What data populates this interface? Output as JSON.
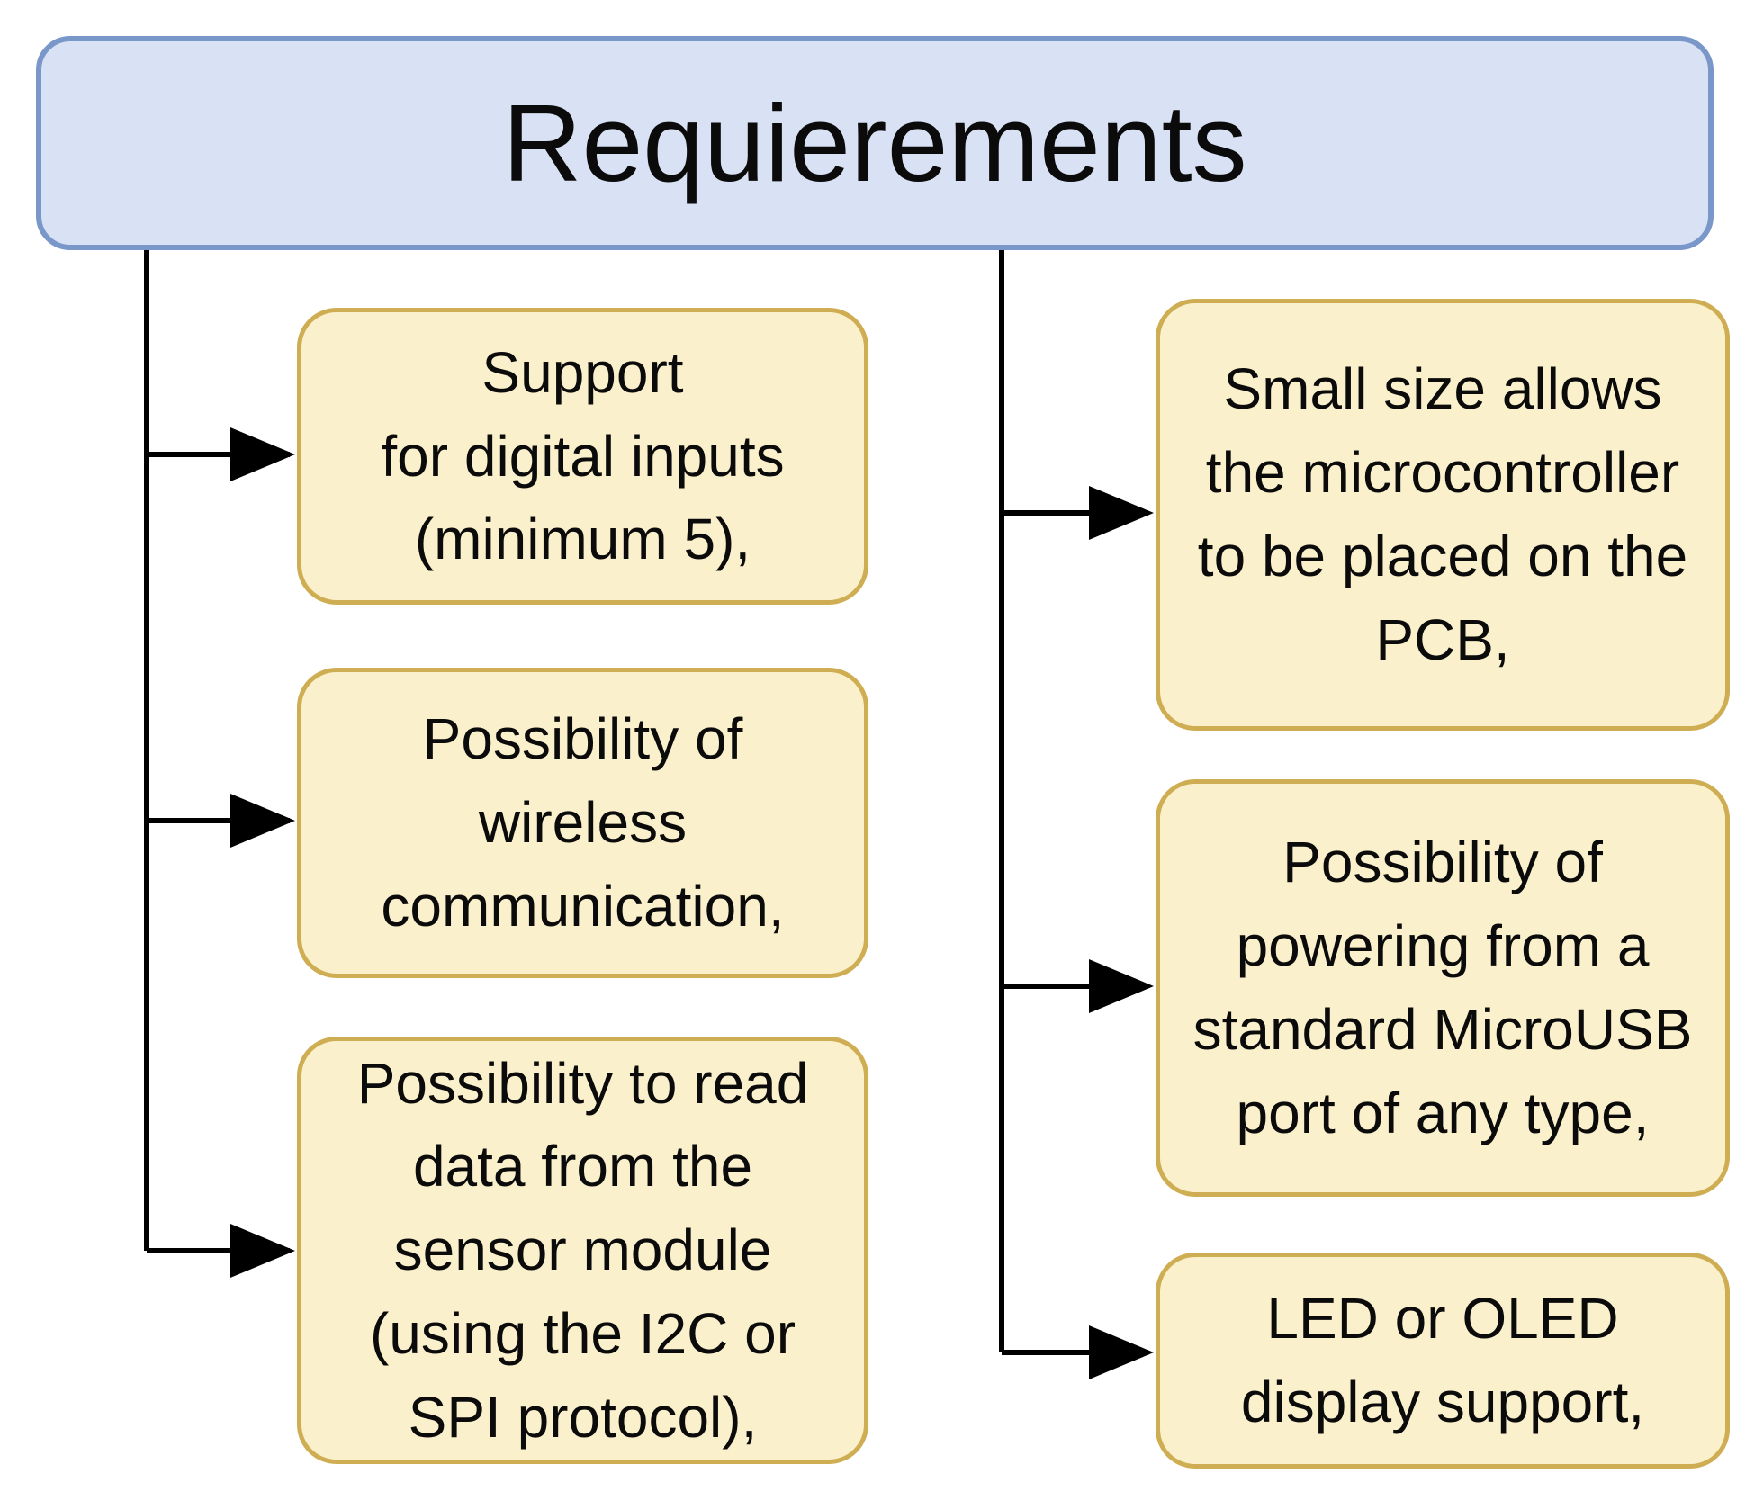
{
  "diagram": {
    "title": "Requierements",
    "left_branch": [
      {
        "id": "digital-inputs",
        "text": "Support\nfor digital inputs\n(minimum 5),"
      },
      {
        "id": "wireless-communication",
        "text": "Possibility of\nwireless\ncommunication,"
      },
      {
        "id": "sensor-module-read",
        "text": "Possibility to read\ndata from the\nsensor module\n(using the I2C or\nSPI protocol),"
      }
    ],
    "right_branch": [
      {
        "id": "small-size",
        "text": "Small size allows\nthe microcontroller\nto be placed on the\nPCB,"
      },
      {
        "id": "microusb-power",
        "text": "Possibility of\npowering from a\nstandard MicroUSB\nport of any type,"
      },
      {
        "id": "display-support",
        "text": "LED or OLED\ndisplay support,"
      }
    ],
    "colors": {
      "header_fill": "#d9e2f4",
      "header_border": "#7a97c9",
      "node_fill": "#fbf0cc",
      "node_border": "#cfad52",
      "connector": "#000000"
    }
  }
}
